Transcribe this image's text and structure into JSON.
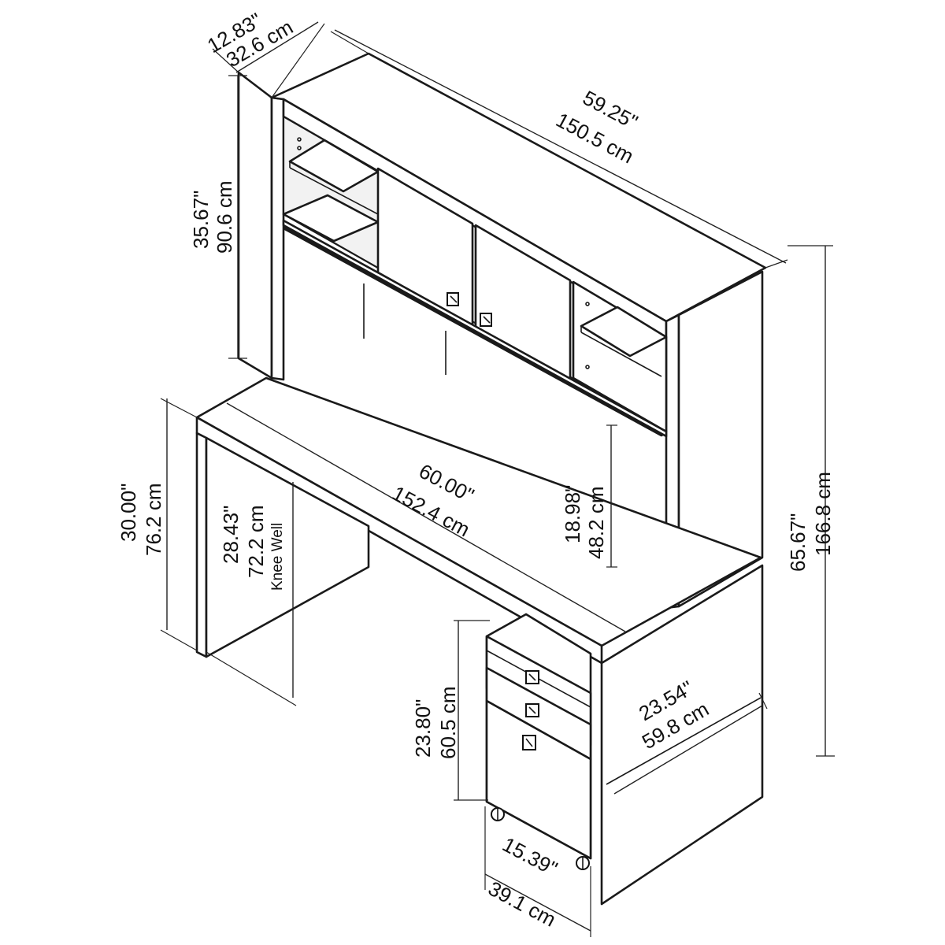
{
  "dimensions": {
    "hutch_depth": {
      "in": "12.83\"",
      "cm": "32.6 cm"
    },
    "hutch_width": {
      "in": "59.25\"",
      "cm": "150.5 cm"
    },
    "hutch_height": {
      "in": "35.67\"",
      "cm": "90.6 cm"
    },
    "total_height": {
      "in": "65.67\"",
      "cm": "166.8 cm"
    },
    "desk_width": {
      "in": "60.00\"",
      "cm": "152.4 cm"
    },
    "desk_height": {
      "in": "30.00\"",
      "cm": "76.2 cm"
    },
    "knee_well": {
      "in": "28.43\"",
      "cm": "72.2 cm",
      "label": "Knee Well"
    },
    "hutch_clearance": {
      "in": "18.98\"",
      "cm": "48.2 cm"
    },
    "desk_depth": {
      "in": "23.54\"",
      "cm": "59.8 cm"
    },
    "pedestal_height": {
      "in": "23.80\"",
      "cm": "60.5 cm"
    },
    "pedestal_width": {
      "in": "15.39\"",
      "cm": "39.1 cm"
    }
  },
  "icons": [
    "drawer-pull-icon",
    "door-pull-icon",
    "caster-icon"
  ]
}
